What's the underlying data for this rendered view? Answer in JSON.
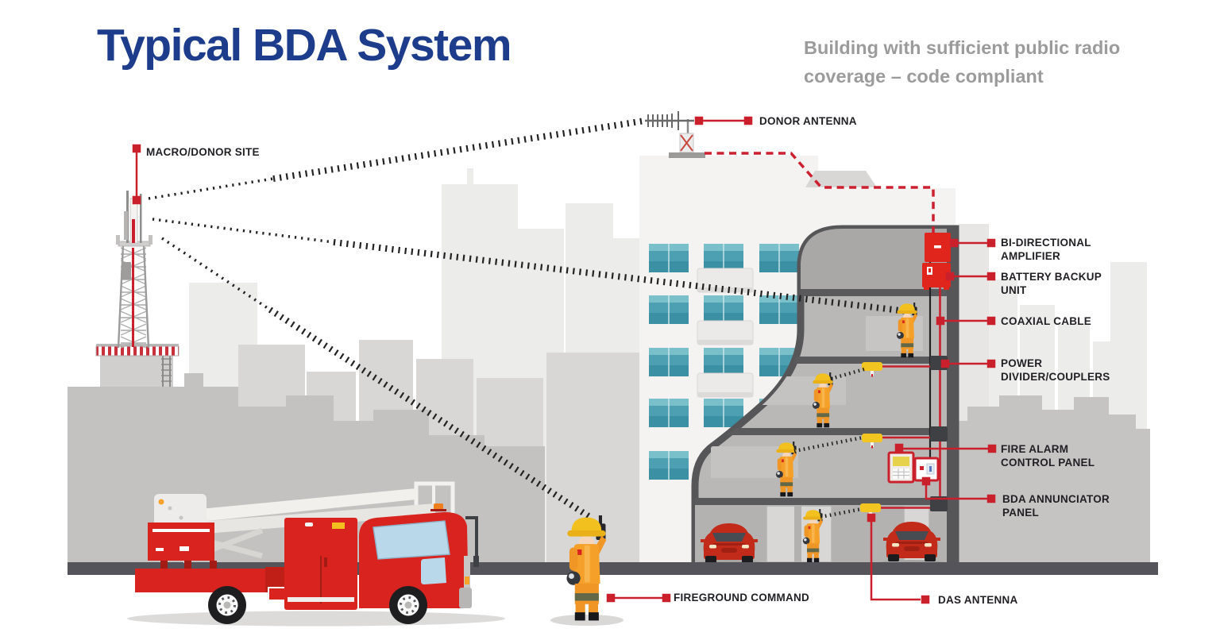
{
  "header": {
    "title": "Typical BDA System",
    "subtitle": "Building with sufficient public radio\ncoverage – code compliant"
  },
  "callouts": {
    "macro_donor_site": "MACRO/DONOR SITE",
    "donor_antenna": "DONOR ANTENNA",
    "bi_directional_amplifier": "BI-DIRECTIONAL\nAMPLIFIER",
    "battery_backup_unit": "BATTERY BACKUP\nUNIT",
    "coaxial_cable": "COAXIAL CABLE",
    "power_divider_couplers": "POWER\nDIVIDER/COUPLERS",
    "fire_alarm_control_panel": "FIRE ALARM\nCONTROL PANEL",
    "bda_annunciator_panel": "BDA ANNUNCIATOR\nPANEL",
    "fireground_command": "FIREGROUND COMMAND",
    "das_antenna": "DAS ANTENNA"
  },
  "colors": {
    "title_blue": "#1d3c8c",
    "subtitle_gray": "#9b9b9b",
    "callout_red": "#c9202c",
    "device_red": "#e0251c",
    "dashed_cable_red": "#cc1f2f",
    "signal_line_black": "#222222",
    "das_antenna_yellow": "#f2c520",
    "firefighter_orange": "#f5a028",
    "fire_truck_red": "#d8231f",
    "window_teal": "#4d9fb2",
    "building_gray": "#b9b8b6",
    "ground_gray": "#54545a"
  }
}
